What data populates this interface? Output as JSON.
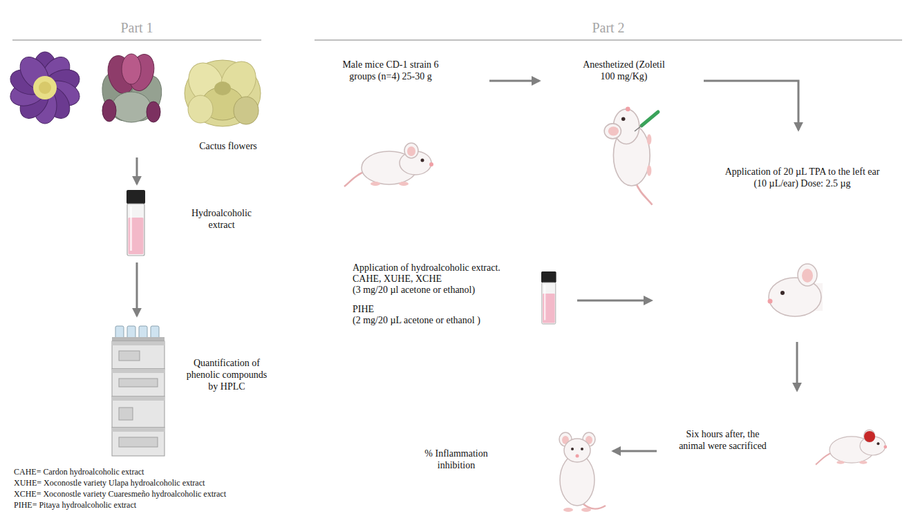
{
  "diagram": {
    "nodes": [
      {
        "text": [
          "Cactus flowers"
        ]
      },
      {
        "text": [
          "Hydroalcoholic extract"
        ]
      },
      {
        "text": [
          "Quantification of phenolic compounds by HPLC"
        ]
      },
      {
        "text": [
          "Male mice CD-1 strain 6 groups (n=4) 25-30 g"
        ]
      },
      {
        "text": [
          "Anesthetized (Zoletil 100 mg/Kg)"
        ]
      },
      {
        "text": [
          "Application of 20 µL TPA to the left ear (10 µL/ear) Dose: 2.5 µg"
        ]
      },
      {
        "text": [
          "Application of hydroalcoholic extract.",
          "CAHE, XUHE, XCHE",
          "(3 mg/20 µl acetone or ethanol)",
          "PIHE",
          "(2 mg/20 µL acetone or ethanol )"
        ]
      },
      {
        "text": [
          "Six hours after, the animal were sacrificed"
        ]
      },
      {
        "text": [
          "% Inflammation inhibition"
        ]
      }
    ],
    "edges": [
      {
        "from": 0,
        "to": 1,
        "arrow": "to"
      },
      {
        "from": 1,
        "to": 2,
        "arrow": "to"
      },
      {
        "from": 3,
        "to": 4,
        "arrow": "to"
      },
      {
        "from": 4,
        "to": 5,
        "arrow": "to"
      },
      {
        "from": 6,
        "to": 7,
        "arrow": "to"
      },
      {
        "from": 7,
        "to": 8,
        "arrow": "to"
      }
    ],
    "labels": [
      "Part 1",
      "Part 2",
      "CAHE= Cardon hydroalcoholic extract",
      "XUHE= Xoconostle variety Ulapa hydroalcoholic extract",
      "XCHE= Xoconostle variety Cuaresmeño hydroalcoholic extract",
      "PIHE= Pitaya hydroalcoholic extract"
    ]
  }
}
